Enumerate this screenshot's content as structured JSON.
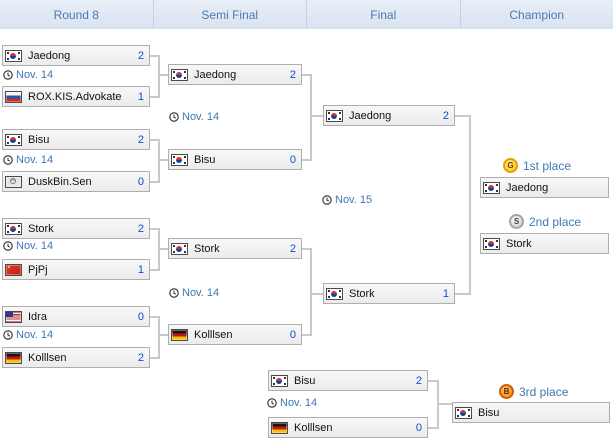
{
  "header": {
    "columns": [
      "Round 8",
      "Semi Final",
      "Final",
      "Champion"
    ]
  },
  "colors": {
    "header_bg": "#dde6f0",
    "header_text": "#4b7ab8",
    "score_blue": "#0b50cc",
    "date_blue": "#3f77b3",
    "connector_gray": "#c9c9c9",
    "row_bg": "#f0f0f0",
    "gold": "#ffc800",
    "silver": "#c9c9c9",
    "bronze": "#ef8b12"
  },
  "icons": {
    "clock": "clock-icon",
    "flag": "flag-icon",
    "gold_medal": "gold-medal-icon",
    "silver_medal": "silver-medal-icon",
    "bronze_medal": "bronze-medal-icon"
  },
  "matches": {
    "qf1": {
      "date": "Nov. 14",
      "p1": {
        "name": "Jaedong",
        "flag": "kr",
        "score": "2"
      },
      "p2": {
        "name": "ROX.KIS.Advokate",
        "flag": "ru",
        "score": "1"
      }
    },
    "qf2": {
      "date": "Nov. 14",
      "p1": {
        "name": "Bisu",
        "flag": "kr",
        "score": "2"
      },
      "p2": {
        "name": "DuskBin.Sen",
        "flag": "unknown",
        "score": "0"
      }
    },
    "qf3": {
      "date": "Nov. 14",
      "p1": {
        "name": "Stork",
        "flag": "kr",
        "score": "2"
      },
      "p2": {
        "name": "PjPj",
        "flag": "cn",
        "score": "1"
      }
    },
    "qf4": {
      "date": "Nov. 14",
      "p1": {
        "name": "Idra",
        "flag": "us",
        "score": "0"
      },
      "p2": {
        "name": "Kolllsen",
        "flag": "de",
        "score": "2"
      }
    },
    "sf1": {
      "date": "Nov. 14",
      "p1": {
        "name": "Jaedong",
        "flag": "kr",
        "score": "2"
      },
      "p2": {
        "name": "Bisu",
        "flag": "kr",
        "score": "0"
      }
    },
    "sf2": {
      "date": "Nov. 14",
      "p1": {
        "name": "Stork",
        "flag": "kr",
        "score": "2"
      },
      "p2": {
        "name": "Kolllsen",
        "flag": "de",
        "score": "0"
      }
    },
    "final": {
      "date": "Nov. 15",
      "p1": {
        "name": "Jaedong",
        "flag": "kr",
        "score": "2"
      },
      "p2": {
        "name": "Stork",
        "flag": "kr",
        "score": "1"
      }
    },
    "third_match": {
      "date": "Nov. 14",
      "p1": {
        "name": "Bisu",
        "flag": "kr",
        "score": "2"
      },
      "p2": {
        "name": "Kolllsen",
        "flag": "de",
        "score": "0"
      }
    }
  },
  "placements": {
    "first": {
      "label": "1st place",
      "medal_letter": "G",
      "player": {
        "name": "Jaedong",
        "flag": "kr"
      }
    },
    "second": {
      "label": "2nd place",
      "medal_letter": "S",
      "player": {
        "name": "Stork",
        "flag": "kr"
      }
    },
    "third": {
      "label": "3rd place",
      "medal_letter": "B",
      "player": {
        "name": "Bisu",
        "flag": "kr"
      }
    }
  }
}
